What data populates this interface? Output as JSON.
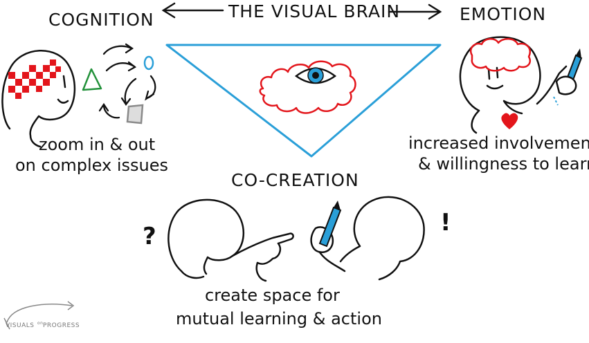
{
  "titles": {
    "main": "THE VISUAL BRAIN",
    "cognition": "COGNITION",
    "emotion": "EMOTION",
    "cocreation": "CO-CREATION"
  },
  "captions": {
    "cognition_line1": "zoom in & out",
    "cognition_line2": "on complex issues",
    "emotion_line1": "increased involvement",
    "emotion_line2": "& willingness to learn",
    "cocreation_line1": "create space for",
    "cocreation_line2": "mutual learning & action"
  },
  "marks": {
    "question": "?",
    "exclamation": "!"
  },
  "logo": {
    "word1": "VISUALS",
    "word2": "on",
    "word3": "PROGRESS"
  },
  "colors": {
    "ink": "#111111",
    "red": "#e3151b",
    "blue": "#2a9fd8",
    "green": "#22913a",
    "gray": "#8a8a8a"
  }
}
